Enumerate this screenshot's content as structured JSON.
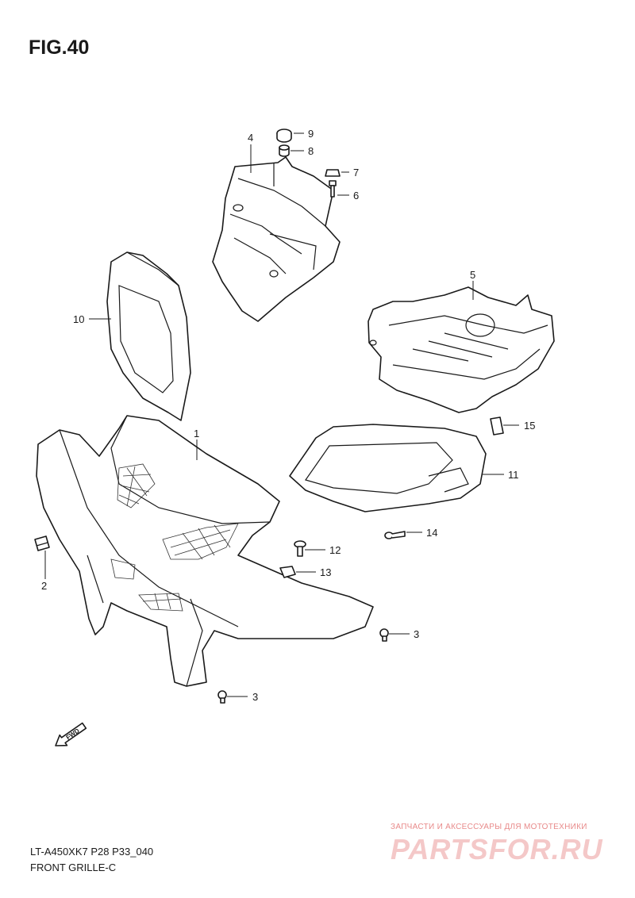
{
  "figure": {
    "title": "FIG.40",
    "code": "LT-A450XK7 P28 P33_040",
    "name": "FRONT GRILLE-C"
  },
  "callouts": [
    "9",
    "8",
    "4",
    "7",
    "6",
    "5",
    "10",
    "15",
    "1",
    "11",
    "14",
    "12",
    "2",
    "13",
    "3",
    "3"
  ],
  "fwd_label": "FWD",
  "watermark": {
    "tagline": "ЗАПЧАСТИ И АКСЕССУАРЫ ДЛЯ МОТОТЕХНИКИ",
    "brand": "PARTSFOR.RU",
    "color": "#e88a8a"
  }
}
